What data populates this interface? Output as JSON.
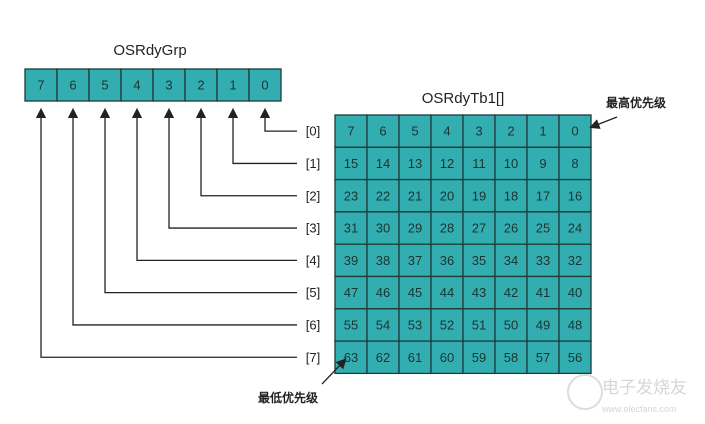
{
  "group": {
    "title": "OSRdyGrp",
    "bits": [
      "7",
      "6",
      "5",
      "4",
      "3",
      "2",
      "1",
      "0"
    ]
  },
  "table": {
    "title": "OSRdyTb1[]",
    "row_labels": [
      "[0]",
      "[1]",
      "[2]",
      "[3]",
      "[4]",
      "[5]",
      "[6]",
      "[7]"
    ],
    "rows": [
      [
        "7",
        "6",
        "5",
        "4",
        "3",
        "2",
        "1",
        "0"
      ],
      [
        "15",
        "14",
        "13",
        "12",
        "11",
        "10",
        "9",
        "8"
      ],
      [
        "23",
        "22",
        "21",
        "20",
        "19",
        "18",
        "17",
        "16"
      ],
      [
        "31",
        "30",
        "29",
        "28",
        "27",
        "26",
        "25",
        "24"
      ],
      [
        "39",
        "38",
        "37",
        "36",
        "35",
        "34",
        "33",
        "32"
      ],
      [
        "47",
        "46",
        "45",
        "44",
        "43",
        "42",
        "41",
        "40"
      ],
      [
        "55",
        "54",
        "53",
        "52",
        "51",
        "50",
        "49",
        "48"
      ],
      [
        "63",
        "62",
        "61",
        "60",
        "59",
        "58",
        "57",
        "56"
      ]
    ]
  },
  "annotations": {
    "highest": "最高优先级",
    "lowest": "最低优先级"
  },
  "watermark": {
    "brand": "电子发烧友",
    "site": "www.elecfans.com"
  },
  "colors": {
    "cell": "#33aeb0",
    "border": "#1f3a3a"
  }
}
